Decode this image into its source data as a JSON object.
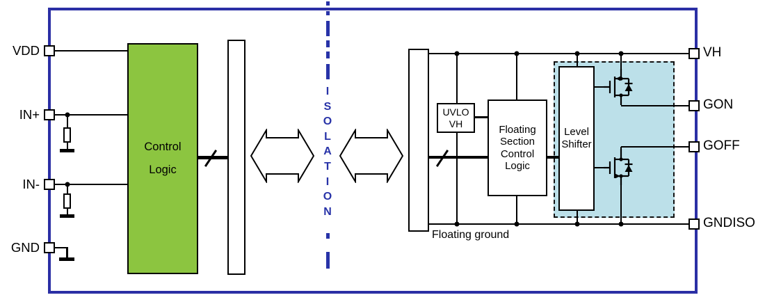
{
  "pins": {
    "left": [
      {
        "label": "VDD"
      },
      {
        "label": "IN+"
      },
      {
        "label": "IN-"
      },
      {
        "label": "GND"
      }
    ],
    "right": [
      {
        "label": "VH"
      },
      {
        "label": "GON"
      },
      {
        "label": "GOFF"
      },
      {
        "label": "GNDISO"
      }
    ]
  },
  "blocks": {
    "control_logic": {
      "lines": [
        "Control",
        "Logic"
      ]
    },
    "uvlo": {
      "lines": [
        "UVLO",
        "VH"
      ]
    },
    "floating_section": {
      "lines": [
        "Floating",
        "Section",
        "Control",
        "Logic"
      ]
    },
    "level_shifter": {
      "lines": [
        "Level",
        "Shifter"
      ]
    }
  },
  "isolation": {
    "word": "ISOLATION",
    "letters": [
      "I",
      "S",
      "O",
      "L",
      "A",
      "T",
      "I",
      "O",
      "N"
    ]
  },
  "labels": {
    "floating_ground": "Floating ground"
  },
  "colors": {
    "border_blue": "#2B2FA5",
    "isolation_blue": "#2833A8",
    "logic_green": "#8CC540",
    "output_cyan": "#BCE0E9",
    "wire_black": "#000000"
  }
}
